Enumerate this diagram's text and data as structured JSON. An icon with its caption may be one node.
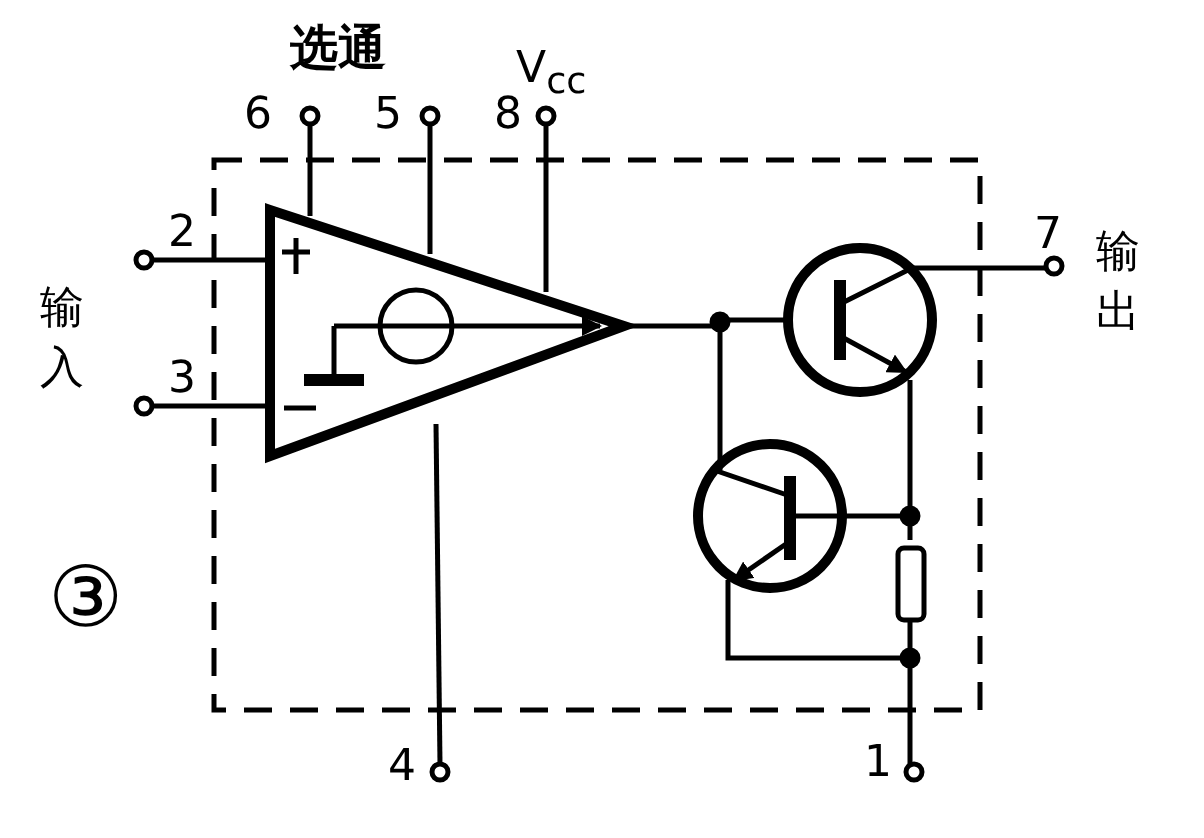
{
  "diagram": {
    "labels": [
      "选通",
      "V$_{cc}$",
      "6",
      "5",
      "8",
      "2",
      "输入",
      "3",
      "7",
      "输出",
      "③",
      "4",
      "1"
    ]
  }
}
